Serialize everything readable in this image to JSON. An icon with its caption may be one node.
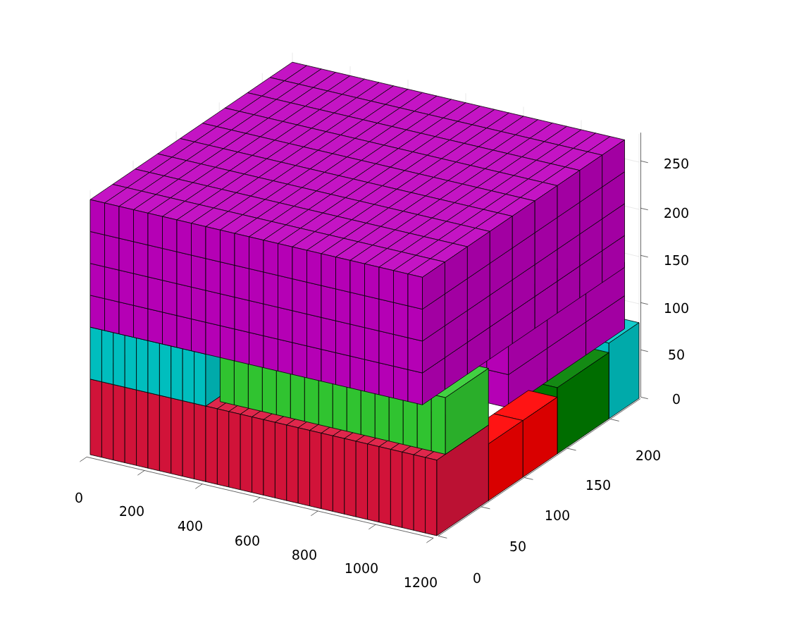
{
  "diagram": {
    "labels": [
      "250",
      "200",
      "150",
      "100",
      "50",
      "0",
      "0",
      "200",
      "400",
      "600",
      "800",
      "1000",
      "1200",
      "0",
      "50",
      "100",
      "150",
      "200"
    ]
  }
}
